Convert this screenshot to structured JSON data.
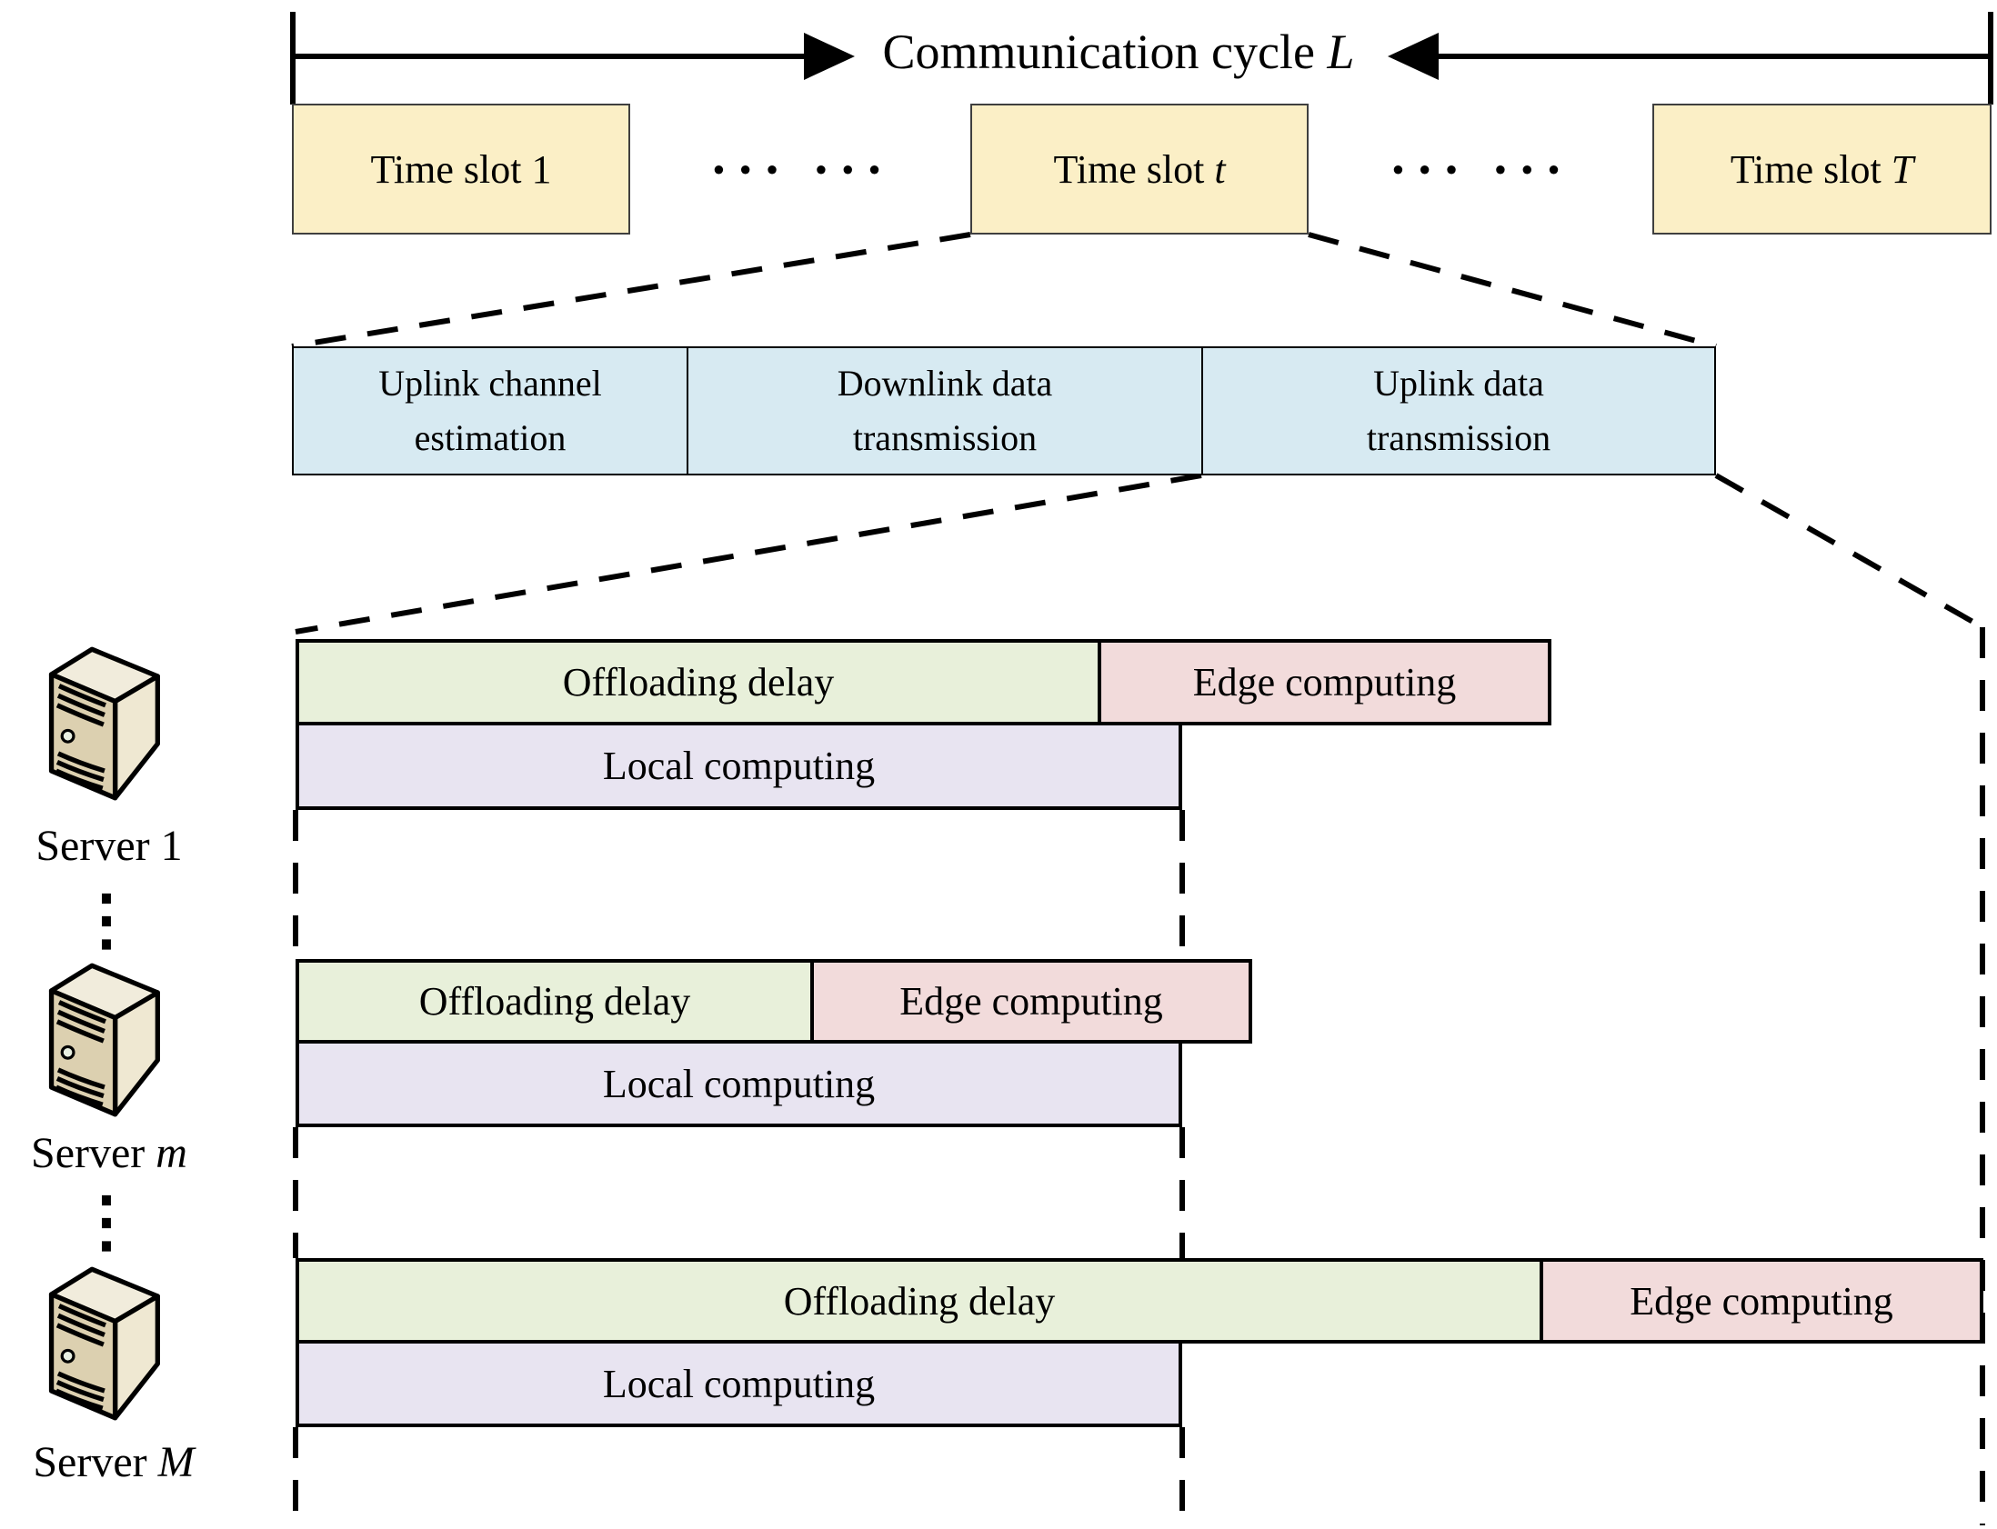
{
  "figure": {
    "title_prefix": "Communication cycle",
    "title_symbol": "L",
    "slot_dots": "··· ···",
    "vertical_dots": "⋮",
    "slots": [
      {
        "prefix": "Time slot",
        "symbol": "1"
      },
      {
        "prefix": "Time slot",
        "symbol": "t"
      },
      {
        "prefix": "Time slot",
        "symbol": "T"
      }
    ],
    "phases": [
      {
        "lines": [
          "Uplink channel",
          "estimation"
        ]
      },
      {
        "lines": [
          "Downlink data",
          "transmission"
        ]
      },
      {
        "lines": [
          "Uplink data",
          "transmission"
        ]
      }
    ],
    "servers": [
      {
        "name_prefix": "Server",
        "name_symbol": "1",
        "offloading": "Offloading delay",
        "edge": "Edge computing",
        "local": "Local computing"
      },
      {
        "name_prefix": "Server",
        "name_symbol": "m",
        "offloading": "Offloading delay",
        "edge": "Edge computing",
        "local": "Local computing"
      },
      {
        "name_prefix": "Server",
        "name_symbol": "M",
        "offloading": "Offloading delay",
        "edge": "Edge computing",
        "local": "Local computing"
      }
    ],
    "colors": {
      "time_slot_fill": "#FBEFC6",
      "phase_fill": "#D7EAF2",
      "offloading_fill": "#E8F0DA",
      "edge_fill": "#F2DBDB",
      "local_fill": "#E8E4F1",
      "line": "#000000"
    }
  }
}
